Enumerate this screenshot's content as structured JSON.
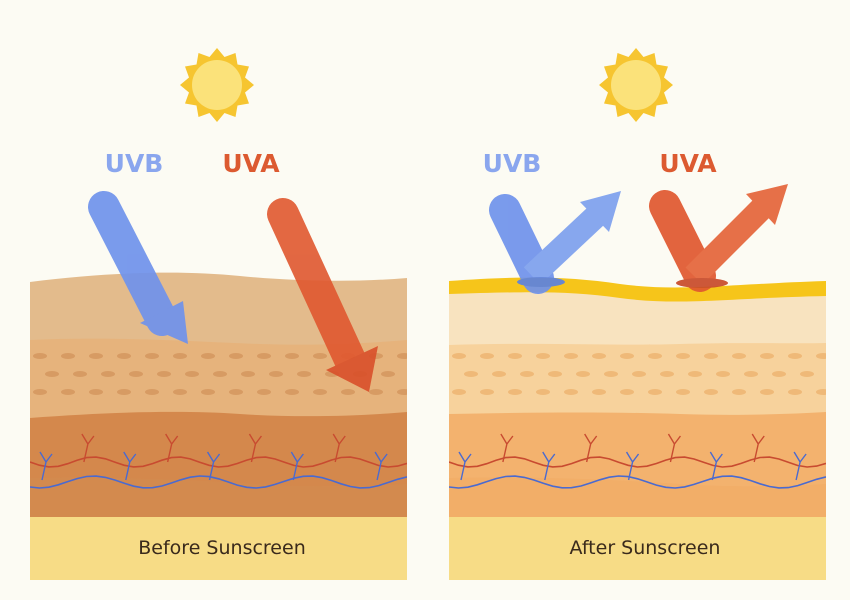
{
  "colors": {
    "background": "#fcfbf3",
    "sun": "#f6c530",
    "sun_core": "#fbe27a",
    "uvb_arrow": "#6f92ec",
    "uva_arrow": "#e0582f",
    "uvb_label": "#8aa6ee",
    "uva_label": "#dc5a30",
    "sunscreen_layer": "#f6c51a",
    "vein": "#4a6ad0",
    "artery": "#c84b30",
    "caption_band": "#f7dc86"
  },
  "icons": [
    "sun-icon",
    "uvb-arrow",
    "uva-arrow",
    "reflected-arrow"
  ],
  "panels": [
    {
      "id": "before",
      "uvb_label": "UVB",
      "uva_label": "UVA",
      "caption": "Before Sunscreen",
      "sunscreen_layer": false,
      "rays_reflected": false
    },
    {
      "id": "after",
      "uvb_label": "UVB",
      "uva_label": "UVA",
      "caption": "After Sunscreen",
      "sunscreen_layer": true,
      "rays_reflected": true
    }
  ]
}
